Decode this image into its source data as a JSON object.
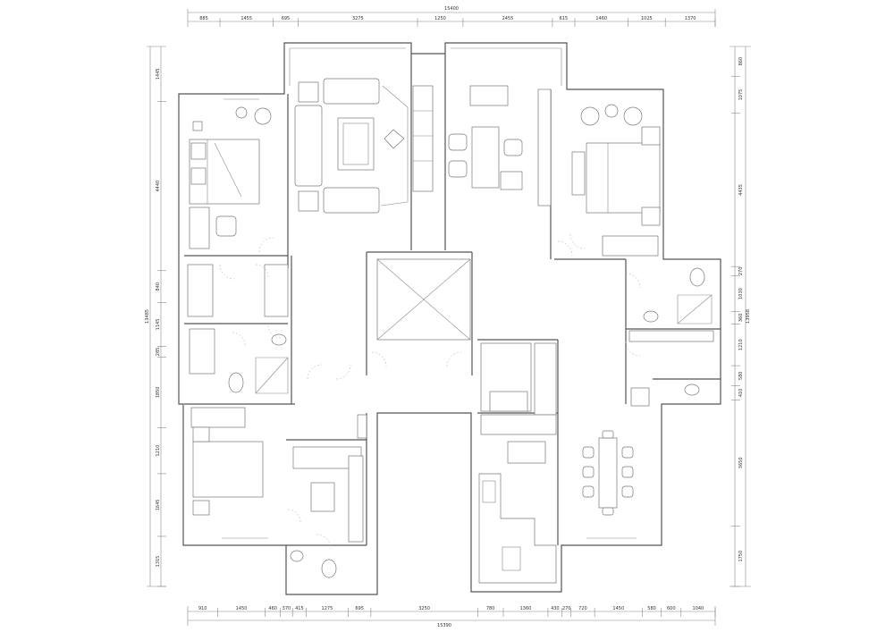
{
  "dimensions": {
    "top_total": "15400",
    "top_segments": [
      "885",
      "1455",
      "695",
      "3275",
      "1250",
      "2455",
      "615",
      "1460",
      "1025",
      "1370"
    ],
    "bottom_total": "15390",
    "bottom_segments": [
      "910",
      "1450",
      "460",
      "370",
      "415",
      "1275",
      "695",
      "3250",
      "780",
      "1360",
      "430",
      "270",
      "720",
      "1450",
      "580",
      "600",
      "1040"
    ],
    "left_total": "13485",
    "left_segments": [
      "1445",
      "4440",
      "840",
      "1145",
      "285",
      "1850",
      "1210",
      "1645",
      "1315"
    ],
    "right_total": "13958",
    "right_segments": [
      "860",
      "1075",
      "4435",
      "270",
      "1030",
      "360",
      "1210",
      "580",
      "410",
      "3650",
      "1750"
    ]
  }
}
